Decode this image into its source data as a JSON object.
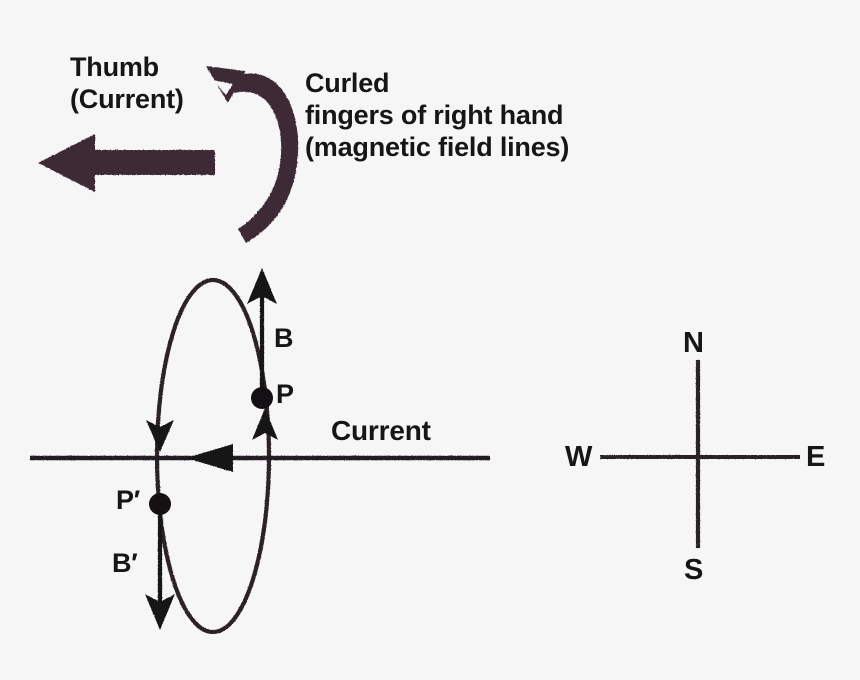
{
  "figure": {
    "title_alt": "Right-hand thumb rule for magnetic field around a current-carrying conductor",
    "background_color": "#f7f6f6",
    "ink_color": "#171515",
    "hand_arrow_color": "#3d2b35"
  },
  "annotations": {
    "thumb_label": "Thumb\n(Current)",
    "curled_label": "Curled\nfingers of right hand\n(magnetic field lines)",
    "current_label": "Current",
    "field_point_upper": "P",
    "field_point_lower": "P′",
    "field_vector_upper": "B",
    "field_vector_lower": "B′"
  },
  "compass": {
    "north": "N",
    "south": "S",
    "west": "W",
    "east": "E"
  },
  "chart_data": {
    "type": "diagram",
    "title": "Right-hand thumb rule",
    "elements": [
      {
        "name": "thumb-arrow",
        "kind": "thick-straight-arrow",
        "direction": "left",
        "from": [
          215,
          162
        ],
        "to": [
          38,
          162
        ],
        "meaning": "Current direction (thumb)"
      },
      {
        "name": "curled-fingers-arrow",
        "kind": "curved-arrow",
        "opening": "left",
        "arrowhead_at": [
          212,
          70
        ],
        "meaning": "Magnetic field lines (curled fingers)"
      },
      {
        "name": "field-line-ellipse",
        "kind": "ellipse",
        "center": [
          213,
          456
        ],
        "rx": 56,
        "ry": 176,
        "meaning": "Circular magnetic field line around conductor"
      },
      {
        "name": "conductor-wire",
        "kind": "horizontal-line",
        "from": [
          30,
          458
        ],
        "to": [
          490,
          458
        ],
        "arrowhead_at": [
          205,
          458
        ],
        "arrow_direction": "left",
        "meaning": "Current-carrying straight conductor"
      },
      {
        "name": "point-P",
        "kind": "point",
        "at": [
          262,
          398
        ],
        "label": "P"
      },
      {
        "name": "point-P-prime",
        "kind": "point",
        "at": [
          160,
          504
        ],
        "label": "P′"
      },
      {
        "name": "vector-B",
        "kind": "arrow",
        "from": [
          262,
          398
        ],
        "to": [
          262,
          272
        ],
        "direction": "up",
        "label": "B"
      },
      {
        "name": "vector-B-prime",
        "kind": "arrow",
        "from": [
          160,
          504
        ],
        "to": [
          160,
          628
        ],
        "direction": "down",
        "label": "B′"
      },
      {
        "name": "compass-rose",
        "kind": "cross",
        "center": [
          698,
          457
        ],
        "vertical_span": [
          360,
          548
        ],
        "horizontal_span": [
          600,
          800
        ]
      }
    ]
  }
}
